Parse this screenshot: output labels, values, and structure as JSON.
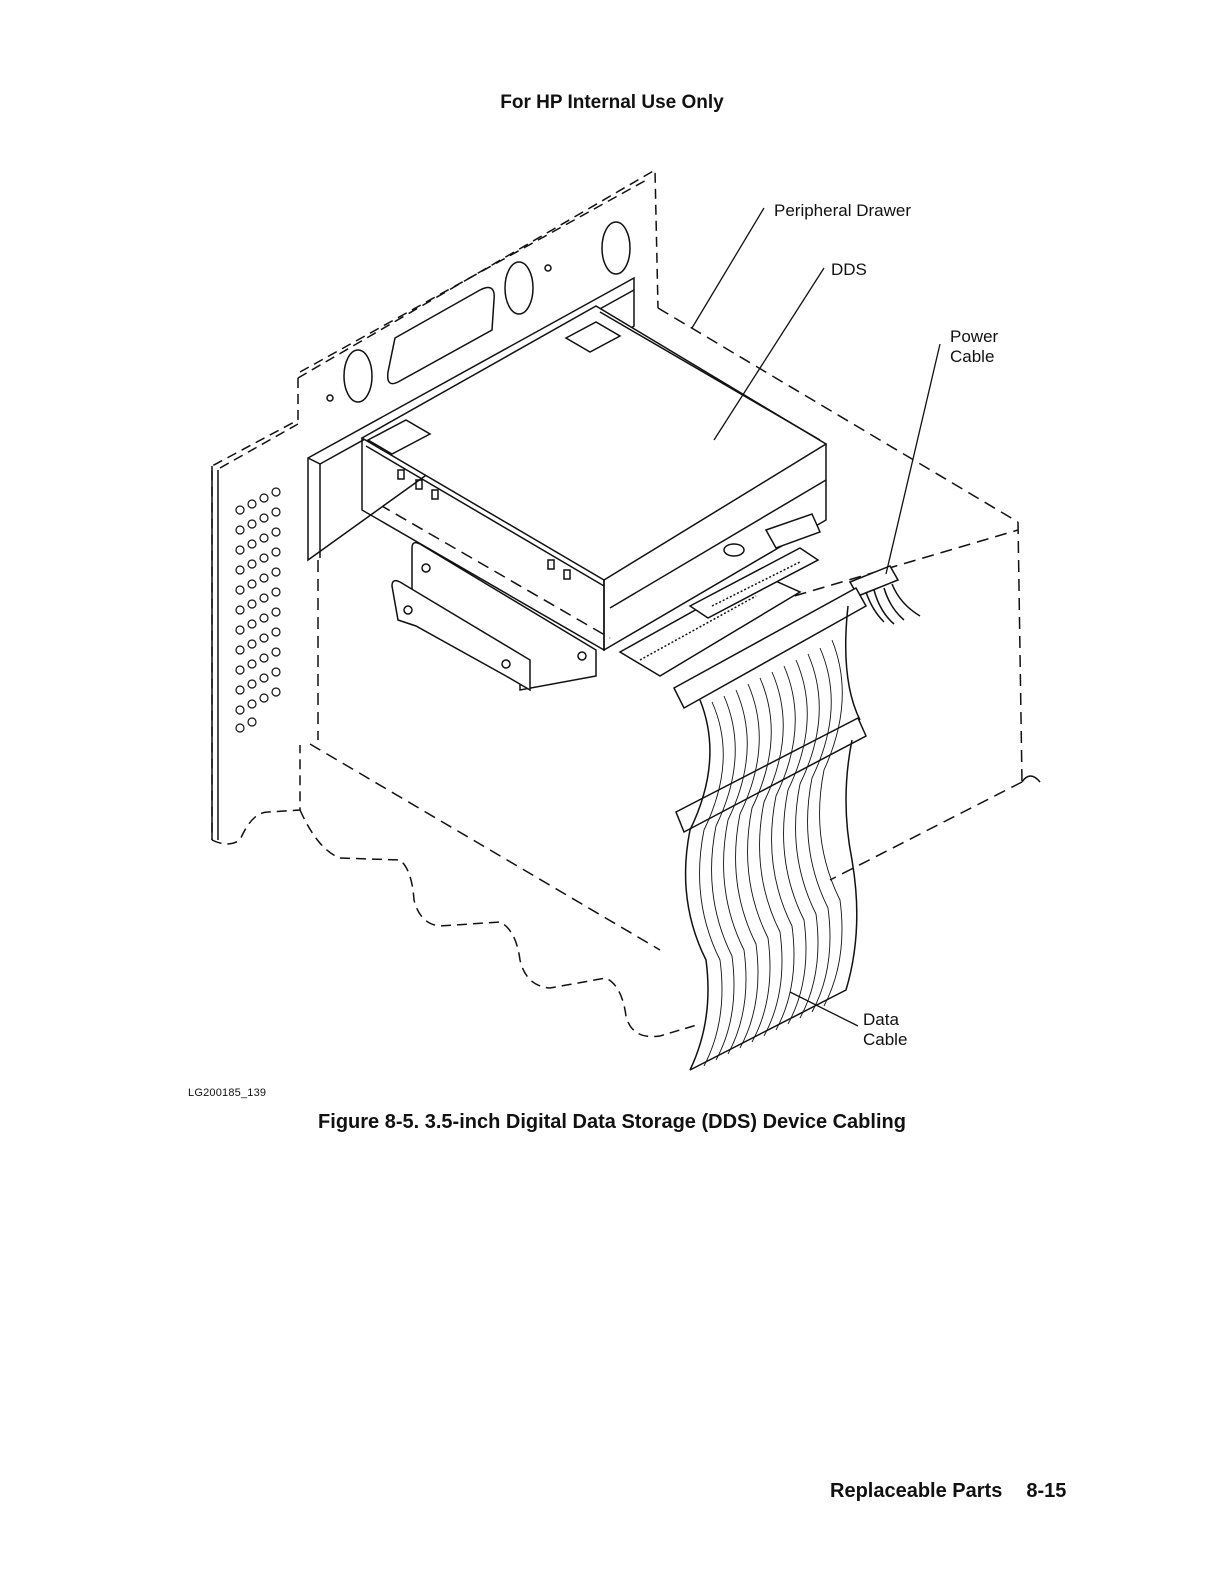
{
  "header": {
    "text": "For HP Internal Use Only"
  },
  "diagram": {
    "labels": {
      "peripheral_drawer": "Peripheral Drawer",
      "dds": "DDS",
      "power_cable_1": "Power",
      "power_cable_2": "Cable",
      "data_cable_1": "Data",
      "data_cable_2": "Cable"
    },
    "figure_id": "LG200185_139"
  },
  "caption": {
    "text": "Figure 8-5. 3.5-inch Digital Data Storage (DDS) Device Cabling"
  },
  "footer": {
    "section": "Replaceable Parts",
    "page": "8-15"
  }
}
